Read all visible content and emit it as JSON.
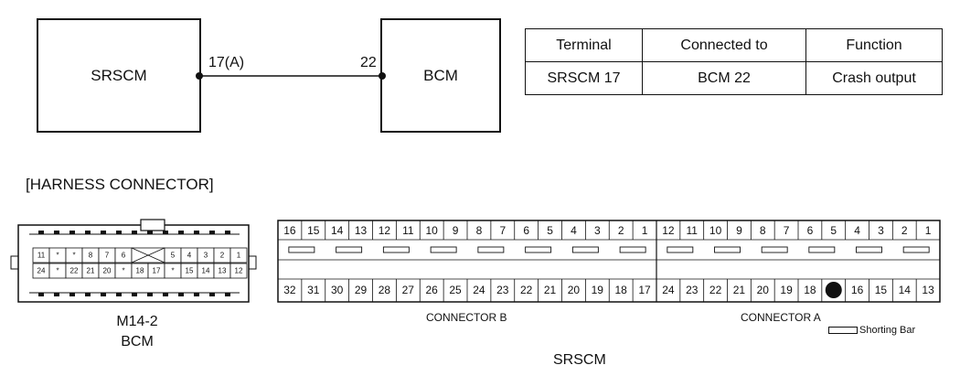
{
  "diagram": {
    "left_module": "SRSCM",
    "right_module": "BCM",
    "left_pin_label": "17(A)",
    "right_pin_label": "22"
  },
  "table": {
    "headers": [
      "Terminal",
      "Connected to",
      "Function"
    ],
    "rows": [
      [
        "SRSCM 17",
        "BCM 22",
        "Crash output"
      ]
    ]
  },
  "harness_title": "[HARNESS CONNECTOR]",
  "bcm_connector": {
    "code": "M14-2",
    "name": "BCM",
    "top_row": [
      "11",
      "*",
      "*",
      "8",
      "7",
      "6",
      "",
      "5",
      "4",
      "3",
      "2",
      "1"
    ],
    "bottom_row": [
      "24",
      "*",
      "22",
      "21",
      "20",
      "*",
      "18",
      "17",
      "*",
      "15",
      "14",
      "13",
      "12"
    ]
  },
  "srscm_connector": {
    "name": "SRSCM",
    "connector_b_label": "CONNECTOR B",
    "connector_a_label": "CONNECTOR A",
    "b_top": [
      "16",
      "15",
      "14",
      "13",
      "12",
      "11",
      "10",
      "9",
      "8",
      "7",
      "6",
      "5",
      "4",
      "3",
      "2",
      "1"
    ],
    "b_bottom": [
      "32",
      "31",
      "30",
      "29",
      "28",
      "27",
      "26",
      "25",
      "24",
      "23",
      "22",
      "21",
      "20",
      "19",
      "18",
      "17"
    ],
    "a_top": [
      "12",
      "11",
      "10",
      "9",
      "8",
      "7",
      "6",
      "5",
      "4",
      "3",
      "2",
      "1"
    ],
    "a_bottom": [
      "24",
      "23",
      "22",
      "21",
      "20",
      "19",
      "18",
      "",
      "16",
      "15",
      "14",
      "13"
    ],
    "highlighted_pin": "17",
    "shorting_bar_label": "Shorting Bar"
  }
}
